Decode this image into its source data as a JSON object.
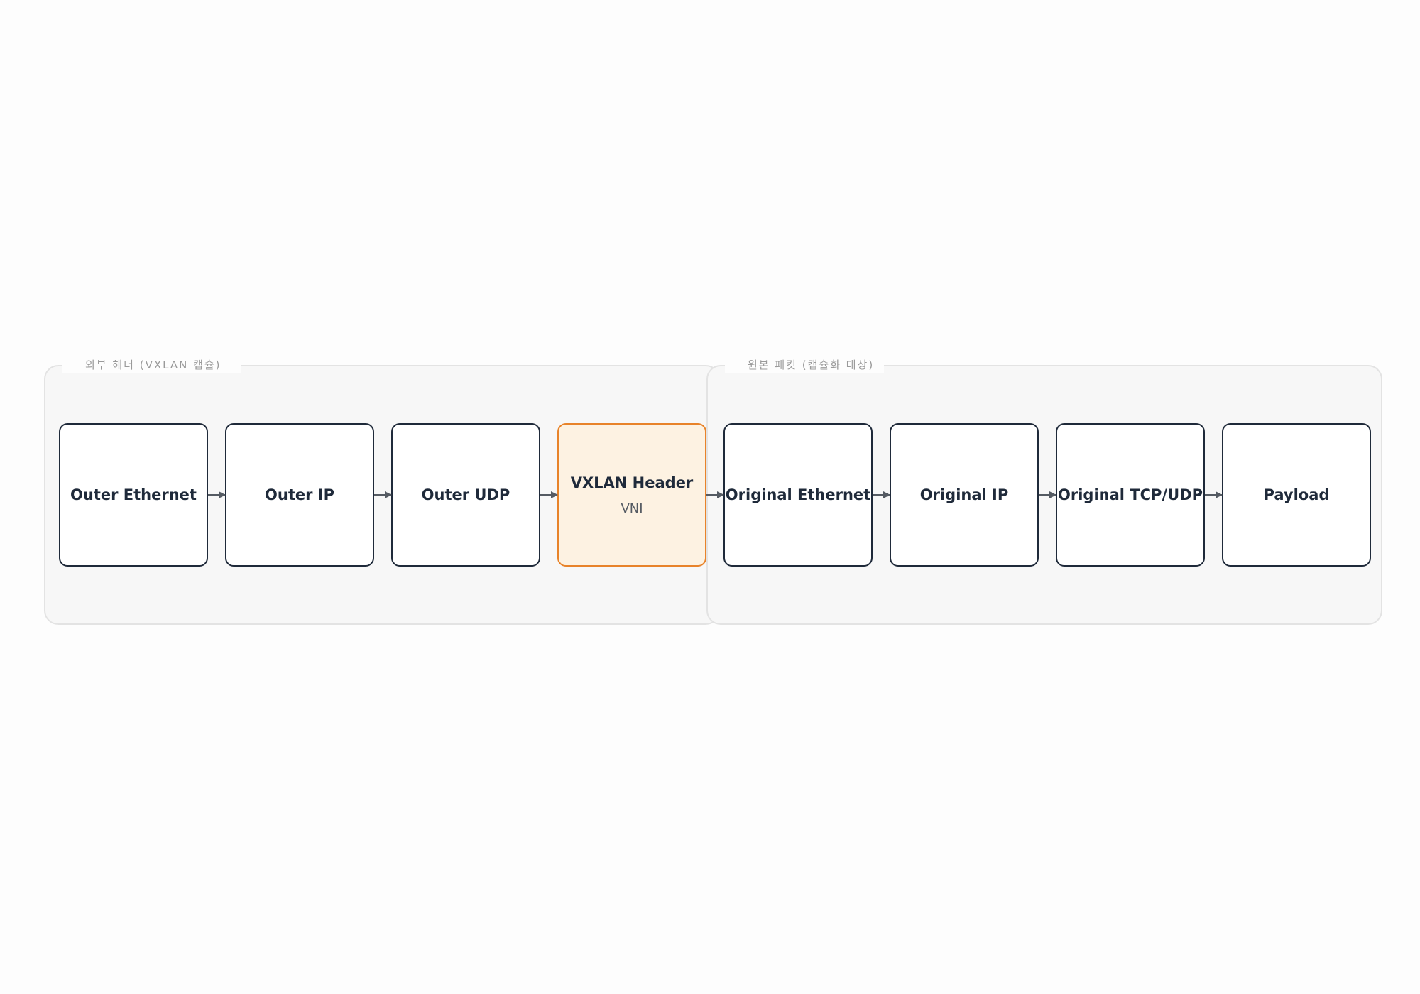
{
  "groups": {
    "outer": {
      "label": "외부 헤더 (VXLAN 캡슐)"
    },
    "original": {
      "label": "원본 패킷 (캡슐화 대상)"
    }
  },
  "nodes": [
    {
      "title": "Outer Ethernet",
      "sub": ""
    },
    {
      "title": "Outer IP",
      "sub": ""
    },
    {
      "title": "Outer UDP",
      "sub": ""
    },
    {
      "title": "VXLAN Header",
      "sub": "VNI"
    },
    {
      "title": "Original Ethernet",
      "sub": ""
    },
    {
      "title": "Original IP",
      "sub": ""
    },
    {
      "title": "Original TCP/UDP",
      "sub": ""
    },
    {
      "title": "Payload",
      "sub": ""
    }
  ],
  "colors": {
    "node_border": "#1f2a3a",
    "highlight_fill": "#fdf2e2",
    "highlight_border": "#e8832a",
    "group_fill": "#f7f7f7",
    "arrow": "#555b63"
  }
}
